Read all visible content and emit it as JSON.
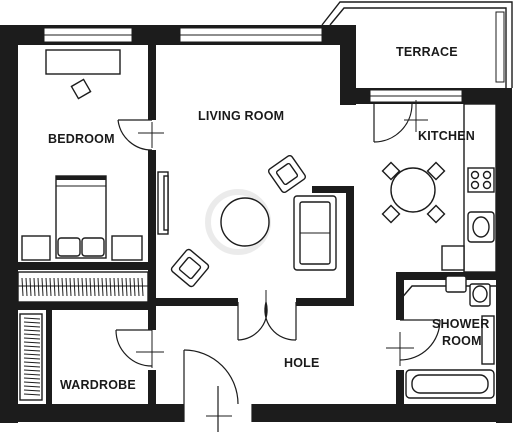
{
  "rooms": {
    "bedroom": "BEDROOM",
    "living_room": "LIVING ROOM",
    "terrace": "TERRACE",
    "kitchen": "KITCHEN",
    "shower_room_line1": "SHOWER",
    "shower_room_line2": "ROOM",
    "hole": "HOLE",
    "wardrobe": "WARDROBE"
  }
}
